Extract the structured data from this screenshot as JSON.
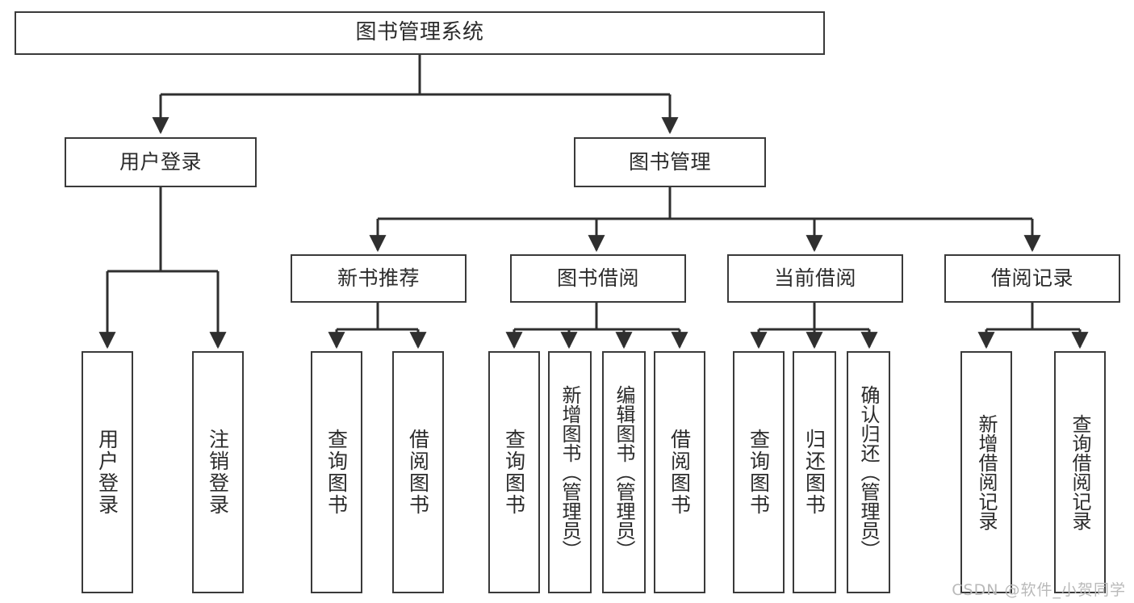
{
  "diagram": {
    "title": "图书管理系统",
    "type": "tree-hierarchy-chart",
    "orientation": "top-down",
    "colors": {
      "box_border": "#3a3a3a",
      "box_fill": "#ffffff",
      "connector": "#2f2f2f",
      "text": "#2b2b2b",
      "watermark": "#b9b9b9",
      "background": "#ffffff"
    }
  },
  "root": {
    "label": "图书管理系统"
  },
  "level1": [
    {
      "label": "用户登录"
    },
    {
      "label": "图书管理"
    }
  ],
  "level2": [
    {
      "label": "新书推荐"
    },
    {
      "label": "图书借阅"
    },
    {
      "label": "当前借阅"
    },
    {
      "label": "借阅记录"
    }
  ],
  "leaves": {
    "user_login": [
      {
        "label": "用户登录"
      },
      {
        "label": "注销登录"
      }
    ],
    "new_book_rec": [
      {
        "label": "查询图书"
      },
      {
        "label": "借阅图书"
      }
    ],
    "book_borrow": [
      {
        "label": "查询图书"
      },
      {
        "label": "新增图书（管理员）"
      },
      {
        "label": "编辑图书（管理员）"
      },
      {
        "label": "借阅图书"
      }
    ],
    "current_borrow": [
      {
        "label": "查询图书"
      },
      {
        "label": "归还图书"
      },
      {
        "label": "确认归还（管理员）"
      }
    ],
    "borrow_record": [
      {
        "label": "新增借阅记录"
      },
      {
        "label": "查询借阅记录"
      }
    ]
  },
  "watermark": {
    "text": "CSDN @软件_小贺同学"
  },
  "chart_data": {
    "type": "table",
    "title": "图书管理系统 功能结构图",
    "nodes": [
      {
        "id": "root",
        "label": "图书管理系统",
        "level": 0,
        "parent": null
      },
      {
        "id": "user_login",
        "label": "用户登录",
        "level": 1,
        "parent": "root"
      },
      {
        "id": "book_mgmt",
        "label": "图书管理",
        "level": 1,
        "parent": "root"
      },
      {
        "id": "new_book_rec",
        "label": "新书推荐",
        "level": 2,
        "parent": "book_mgmt"
      },
      {
        "id": "book_borrow",
        "label": "图书借阅",
        "level": 2,
        "parent": "book_mgmt"
      },
      {
        "id": "current_borrow",
        "label": "当前借阅",
        "level": 2,
        "parent": "book_mgmt"
      },
      {
        "id": "borrow_record",
        "label": "借阅记录",
        "level": 2,
        "parent": "book_mgmt"
      },
      {
        "id": "l_user_login",
        "label": "用户登录",
        "level": 3,
        "parent": "user_login"
      },
      {
        "id": "l_logout",
        "label": "注销登录",
        "level": 3,
        "parent": "user_login"
      },
      {
        "id": "l_query_book_1",
        "label": "查询图书",
        "level": 3,
        "parent": "new_book_rec"
      },
      {
        "id": "l_borrow_book_1",
        "label": "借阅图书",
        "level": 3,
        "parent": "new_book_rec"
      },
      {
        "id": "l_query_book_2",
        "label": "查询图书",
        "level": 3,
        "parent": "book_borrow"
      },
      {
        "id": "l_add_book",
        "label": "新增图书（管理员）",
        "level": 3,
        "parent": "book_borrow"
      },
      {
        "id": "l_edit_book",
        "label": "编辑图书（管理员）",
        "level": 3,
        "parent": "book_borrow"
      },
      {
        "id": "l_borrow_book_2",
        "label": "借阅图书",
        "level": 3,
        "parent": "book_borrow"
      },
      {
        "id": "l_query_book_3",
        "label": "查询图书",
        "level": 3,
        "parent": "current_borrow"
      },
      {
        "id": "l_return_book",
        "label": "归还图书",
        "level": 3,
        "parent": "current_borrow"
      },
      {
        "id": "l_confirm_return",
        "label": "确认归还（管理员）",
        "level": 3,
        "parent": "current_borrow"
      },
      {
        "id": "l_add_record",
        "label": "新增借阅记录",
        "level": 3,
        "parent": "borrow_record"
      },
      {
        "id": "l_query_record",
        "label": "查询借阅记录",
        "level": 3,
        "parent": "borrow_record"
      }
    ]
  }
}
